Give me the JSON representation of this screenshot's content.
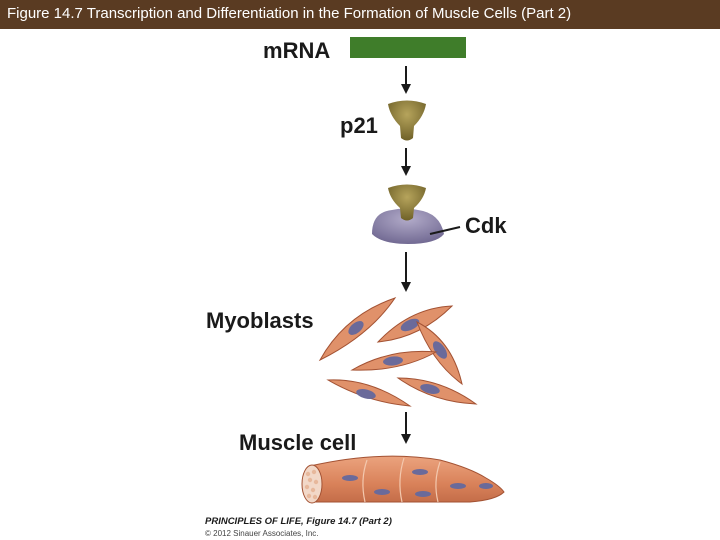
{
  "header": {
    "title": "Figure 14.7  Transcription and Differentiation in the Formation of Muscle Cells (Part 2)"
  },
  "diagram": {
    "labels": {
      "mrna": "m",
      "mrna_rest": "RNA",
      "p21": "p21",
      "cdk": "Cdk",
      "myoblasts": "Myoblasts",
      "muscle_cell": "Muscle cell"
    },
    "colors": {
      "title_bar": "#5a3b22",
      "mrna_bar": "#3f7d2a",
      "p21": "#8a7a3a",
      "cdk": "#8a82a8",
      "cell_body": "#e0916a",
      "nucleus": "#6a6a9a"
    }
  },
  "credit": {
    "line1": "PRINCIPLES OF LIFE, Figure 14.7 (Part 2)",
    "line2": "© 2012 Sinauer Associates, Inc."
  }
}
